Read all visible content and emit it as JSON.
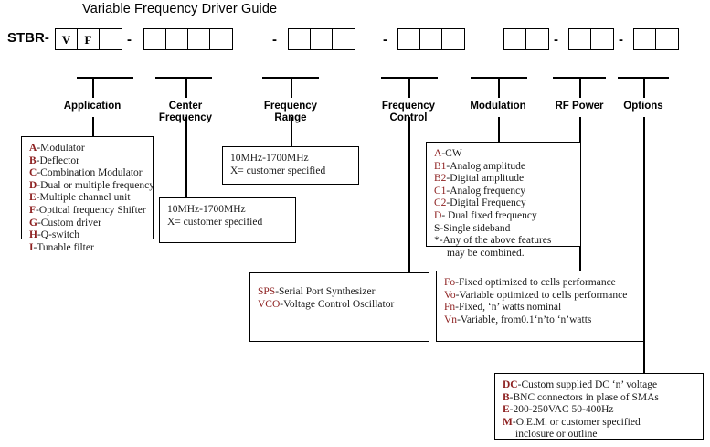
{
  "title": "Variable Frequency Driver Guide",
  "part_number": {
    "prefix": "STBR-",
    "separator": "-",
    "groups": [
      {
        "name": "application-center-range",
        "cells": [
          "V",
          "F",
          ""
        ]
      },
      {
        "name": "frequency-digits",
        "cells": [
          "",
          "",
          "",
          ""
        ]
      },
      {
        "name": "frequency-control",
        "cells": [
          "",
          "",
          ""
        ]
      },
      {
        "name": "modulation",
        "cells": [
          "",
          "",
          ""
        ]
      },
      {
        "name": "rf-power",
        "cells": [
          "",
          ""
        ]
      },
      {
        "name": "options-a",
        "cells": [
          "",
          ""
        ]
      },
      {
        "name": "options-b",
        "cells": [
          "",
          ""
        ]
      }
    ]
  },
  "columns": [
    {
      "id": "application",
      "label": "Application"
    },
    {
      "id": "center-frequency",
      "label": "Center\nFrequency",
      "line1": "Center",
      "line2": "Frequency"
    },
    {
      "id": "frequency-range",
      "label": "Frequency\nRange",
      "line1": "Frequency",
      "line2": "Range"
    },
    {
      "id": "frequency-control",
      "label": "Frequency\nControl",
      "line1": "Frequency",
      "line2": "Control"
    },
    {
      "id": "modulation",
      "label": "Modulation"
    },
    {
      "id": "rf-power",
      "label": "RF Power"
    },
    {
      "id": "options",
      "label": "Options"
    }
  ],
  "boxes": {
    "application": {
      "name": "application-options-box",
      "lines": [
        {
          "key": "A",
          "sep": "-",
          "text": "Modulator"
        },
        {
          "key": "B",
          "sep": "-",
          "text": "Deflector"
        },
        {
          "key": "C",
          "sep": "-",
          "text": "Combination Modulator"
        },
        {
          "key": "D",
          "sep": "-",
          "text": "Dual or multiple frequency"
        },
        {
          "key": "E",
          "sep": "-",
          "text": "Multiple channel unit"
        },
        {
          "key": "F",
          "sep": "-",
          "text": "Optical frequency Shifter"
        },
        {
          "key": "G",
          "sep": "-",
          "text": "Custom driver"
        },
        {
          "key": "H",
          "sep": "-",
          "text": "Q-switch"
        },
        {
          "key": "I",
          "sep": "-",
          "text": "Tunable filter"
        }
      ]
    },
    "center_frequency": {
      "name": "center-frequency-box",
      "lines": [
        {
          "key": "",
          "sep": "",
          "text": "10MHz-1700MHz"
        },
        {
          "key": "",
          "sep": "",
          "text": "X= customer specified"
        }
      ]
    },
    "frequency_range": {
      "name": "frequency-range-box",
      "lines": [
        {
          "key": "",
          "sep": "",
          "text": "10MHz-1700MHz"
        },
        {
          "key": "",
          "sep": "",
          "text": "X= customer specified"
        }
      ]
    },
    "frequency_control": {
      "name": "frequency-control-box",
      "lines": [
        {
          "key": "SPS",
          "sep": "-",
          "text": "Serial Port Synthesizer"
        },
        {
          "key": "VCO",
          "sep": "-",
          "text": "Voltage Control Oscillator"
        }
      ]
    },
    "modulation": {
      "name": "modulation-options-box",
      "lines": [
        {
          "key": "A",
          "sep": "-",
          "text": "CW"
        },
        {
          "key": "B1",
          "sep": "-",
          "text": "Analog amplitude"
        },
        {
          "key": "B2",
          "sep": "-",
          "text": "Digital amplitude"
        },
        {
          "key": "C1",
          "sep": "-",
          "text": "Analog frequency"
        },
        {
          "key": "C2",
          "sep": "-",
          "text": "Digital Frequency"
        },
        {
          "key": "D",
          "sep": "-",
          "text": " Dual fixed frequency"
        },
        {
          "key": "S",
          "sep": "-",
          "text": "Single sideband"
        },
        {
          "key": "*",
          "sep": "-",
          "text": "Any of the above features"
        },
        {
          "key": "",
          "sep": "",
          "text": "may be combined.",
          "indent": true
        }
      ]
    },
    "rf_power": {
      "name": "rf-power-options-box",
      "lines": [
        {
          "key": "Fo",
          "sep": "-",
          "text": "Fixed optimized to cells performance"
        },
        {
          "key": "Vo",
          "sep": "-",
          "text": "Variable optimized to cells performance"
        },
        {
          "key": "Fn",
          "sep": "-",
          "text": "Fixed, ‘n’ watts nominal"
        },
        {
          "key": "Vn",
          "sep": "-",
          "text": "Variable, from0.1‘n’to ‘n’watts"
        }
      ]
    },
    "options": {
      "name": "options-box",
      "lines": [
        {
          "key": "DC",
          "sep": "-",
          "text": "Custom supplied DC ‘n’ voltage"
        },
        {
          "key": "B",
          "sep": "-",
          "text": "BNC connectors in plase of SMAs"
        },
        {
          "key": "E",
          "sep": "-",
          "text": "200-250VAC 50-400Hz"
        },
        {
          "key": "M",
          "sep": "-",
          "text": "O.E.M. or customer specified"
        },
        {
          "key": "",
          "sep": "",
          "text": "inclosure or outline",
          "indent": true
        }
      ]
    }
  },
  "colors": {
    "key_red": "#8d2020",
    "line": "#000000",
    "text": "#1a1a1a",
    "background": "#ffffff"
  }
}
